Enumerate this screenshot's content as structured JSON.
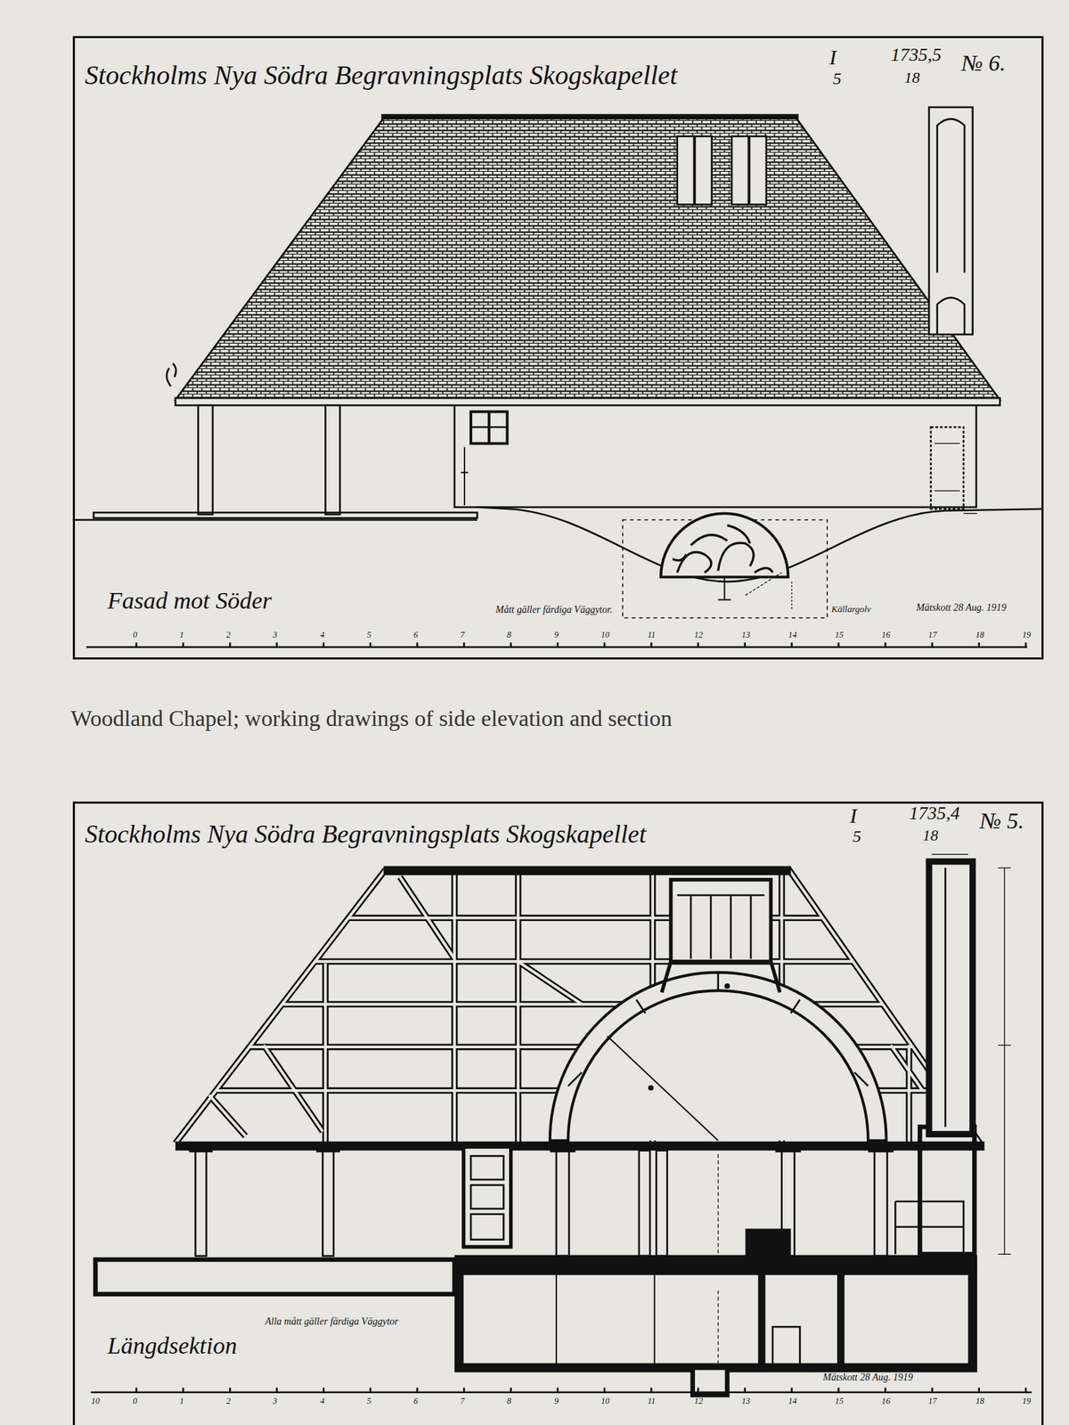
{
  "diagram": {
    "caption": "Woodland Chapel; working drawings of side elevation and section",
    "nodes": [
      {
        "text": [
          "Stockholms Nya Södra Begravningsplats Skogskapellet"
        ]
      },
      {
        "text": [
          "Stockholms Nya Södra Begravningsplats Skogskapellet"
        ]
      }
    ],
    "labels": [
      "I",
      "5",
      "1735,5",
      "18",
      "№ 6.",
      "Fasad mot Söder",
      "Mått gäller färdiga Väggytor.",
      "Källargolv",
      "Mätskott 28 Aug. 1919",
      "I",
      "5",
      "1735,4",
      "18",
      "№ 5.",
      "Längdsektion",
      "Alla mått gäller färdiga Väggytor",
      "Mätskott 28 Aug. 1919",
      "0",
      "1",
      "2",
      "3",
      "4",
      "5",
      "6",
      "7",
      "8",
      "9",
      "10",
      "11",
      "12",
      "13",
      "14",
      "15",
      "16",
      "17",
      "18",
      "19",
      "10",
      "0",
      "1",
      "2",
      "3",
      "4",
      "5",
      "6",
      "7",
      "8",
      "9",
      "10",
      "11",
      "12",
      "13",
      "14",
      "15",
      "16",
      "17",
      "18",
      "19"
    ]
  }
}
